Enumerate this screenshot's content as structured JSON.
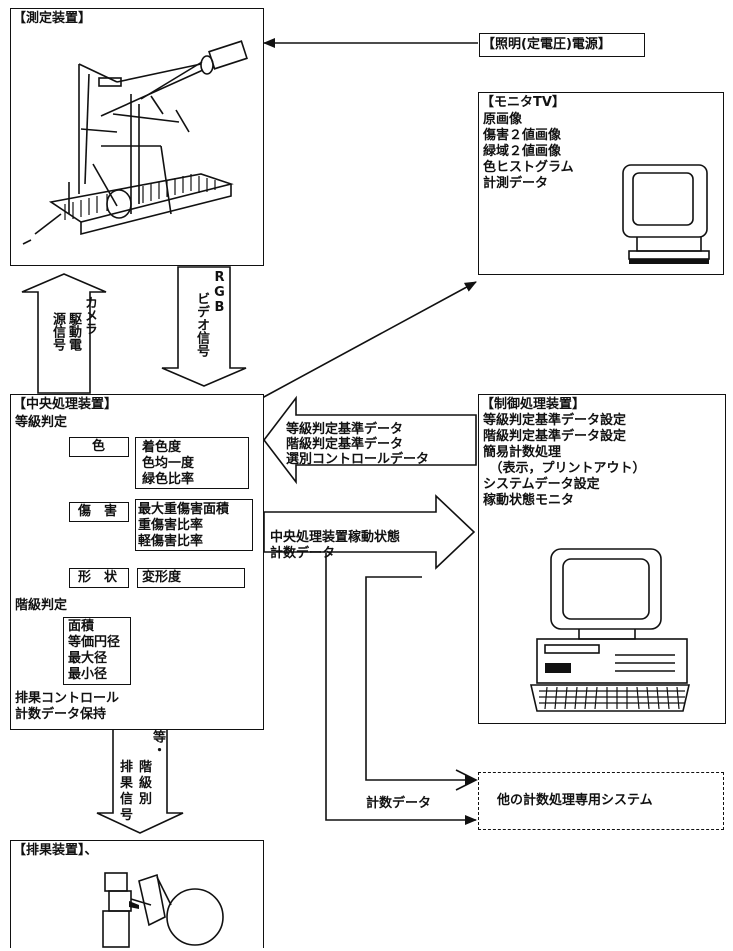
{
  "measure_title": "【測定装置】",
  "illum_label": "【照明(定電圧)電源】",
  "monitor": {
    "title": "【モニタTV】",
    "items": "原画像\n傷害２値画像\n緑域２値画像\n色ヒストグラム\n計測データ"
  },
  "camera_signal": [
    "カメラ",
    "駆動電",
    "源信号"
  ],
  "rgb_signal": [
    "RGB",
    "ビデオ信号"
  ],
  "cpu": {
    "title": "【中央処理装置】",
    "grade": "等級判定",
    "color": "色",
    "color_items": "着色度\n色均一度\n緑色比率",
    "damage": "傷　害",
    "damage_items": "最大重傷害面積\n重傷害比率\n軽傷害比率",
    "shape": "形　状",
    "shape_items": "変形度",
    "class": "階級判定",
    "class_items": "面積\n等価円径\n最大径\n最小径",
    "footer": "排果コントロール\n計数データ保持"
  },
  "arrow_to_cpu": "等級判定基準データ\n階級判定基準データ\n選別コントロールデータ",
  "arrow_to_ctrl": "中央処理装置稼動状態\n計数データ",
  "ctrl": {
    "title": "【制御処理装置】",
    "items": "等級判定基準データ設定\n階級判定基準データ設定\n簡易計数処理\n　（表示，プリントアウト）\nシステムデータ設定\n稼動状態モニタ"
  },
  "count_label": "計数データ",
  "other_system": "他の計数処理専用システム",
  "eject_signal": [
    "等・",
    "排階",
    "果級",
    "信別",
    "号"
  ],
  "eject_title": "【排果装置】、"
}
